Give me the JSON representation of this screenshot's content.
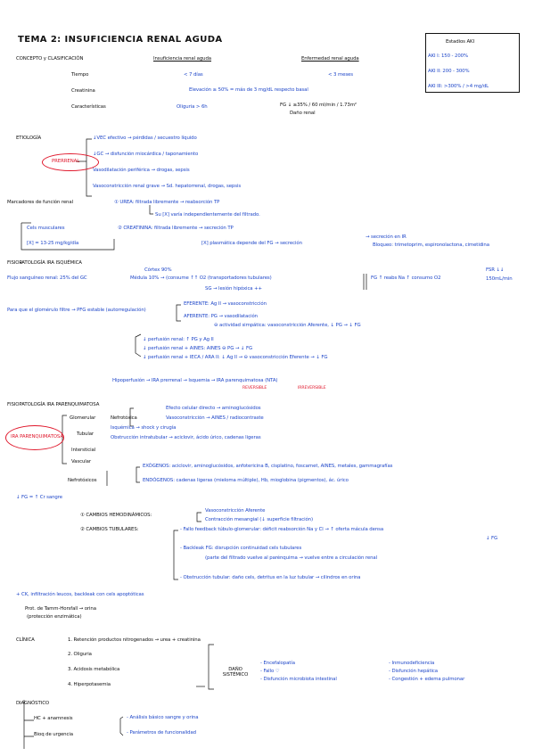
{
  "title": "TEMA 2: INSUFICIENCIA RENAL AGUDA",
  "concepto": {
    "label": "CONCEPTO y CLASIFICACIÓN",
    "col1": "Insuficiencia renal aguda",
    "col2": "Enfermedad renal aguda",
    "rows": [
      {
        "label": "Tiempo",
        "v1": "< 7 días",
        "v2": "< 3 meses"
      },
      {
        "label": "Creatinina",
        "v1": "Elevación ≥ 50% = más de 3 mg/dL respecto basal"
      },
      {
        "label": "Características",
        "v1": "Oliguria > 6h",
        "v2": "FG ↓ ≥35% / 60 ml/min / 1.73m²",
        "v3": "Daño renal"
      }
    ]
  },
  "aki": {
    "title": "Estadios AKI",
    "items": [
      "AKI I: 150 - 200%",
      "AKI II: 200 - 300%",
      "AKI III: >300% / >4 mg/dL"
    ]
  },
  "etiologia": {
    "label": "ETIOLOGÍA",
    "prerrenal": "PRERRENAL",
    "items": [
      "↓VEC efectivo → pérdidas / secuestro líquido",
      "↓GC → disfunción miocárdica / taponamiento",
      "Vasodilatación periférica → drogas, sepsis",
      "Vasoconstricción renal grave → Sd. hepatorrenal, drogas, sepsis"
    ]
  },
  "marcadores": {
    "label": "Marcadores de función renal",
    "urea": "① UREA: filtrada libremente → reabsorción TP",
    "urea2": "Su [X] varía independientemente del filtrado.",
    "boxlines": [
      "Cels musculares",
      "[X] = 13-25 mg/kg/día"
    ],
    "creat": "② CREATININA: filtrada libremente → secreción TP",
    "creat2": "[X] plasmática depende del FG → secreción",
    "creat3": "→ secreción en IR",
    "creat4": "Bloqueo: trimetoprim, espironolactona, cimetidina"
  },
  "fisio": {
    "label": "FISIOPATOLOGÍA IRA ISQUÉMICA",
    "flujo": "Flujo sanguíneo renal: 25% del GC",
    "cortex": "Córtex 90%",
    "medula": "Médula 10% → (consume ↑↑ O2 (transportadores tubulares)",
    "sg": "SG → lesión hipóxica ++",
    "right": "FG ↑ reabs Na ↑ consumo O2",
    "fsr": "FSR ↓↓",
    "ml": "150mL/min",
    "glom": "Para que el glomérulo filtre → PFG estable (autorregulación)",
    "eferente": "EFERENTE: Ag II → vasoconstricción",
    "aferente": "AFERENTE: PG → vasodilatación",
    "simpatica": "⊖ actividad simpática: vasoconstricción Aferente, ↓ PG → ↓ FG",
    "perf1": "↓ perfusión renal: ↑ PG y Ag II",
    "perf2": "↓ perfusión renal + AINES: AINES ⊖ PG → ↓ FG",
    "perf3": "↓ perfusión renal + IECA / ARA II: ↓ Ag II → ⊖ vasoconstricción Eferente → ↓ FG",
    "hipo": "Hipoperfusión → IRA prerrenal → Isquemia → IRA parenquimatosa (NTA)",
    "rev": "REVERSIBLE",
    "irrev": "IRREVERSIBLE"
  },
  "parenq": {
    "label": "FISIOPATOLOGÍA IRA PARENQUIMATOSA",
    "oval": "IRA PARENQUIMATOSA",
    "items": [
      "Glomerular",
      "Tubular",
      "Intersticial",
      "Vascular"
    ],
    "nefro": "Nefrotóxica",
    "nt1": "Efecto celular directo → aminoglucósidos",
    "nt2": "Vasoconstricción → AINES / radiocontraste",
    "isq": "Isquémica → shock y cirugía",
    "obs": "Obstrucción intratubular → aciclovir, ácido úrico, cadenas ligeras",
    "nefrotox": "Nefrotóxicos",
    "exo": "EXÓGENOS: aciclovir, aminoglucósidos, anfotericina B, cisplatino, foscarnet, AINES, metales, gammagrafías",
    "endo": "ENDÓGENOS: cadenas ligeras (mieloma múltiple), Hb, mioglobina (pigmentos), ác. úrico",
    "fg": "↓ FG = ↑ Cr sangre",
    "hemo": "① CAMBIOS HEMODINÁMICOS:",
    "hemo1": "Vasoconstricción Aferente",
    "hemo2": "Contracción mesangial (↓ superficie filtración)",
    "tub": "② CAMBIOS TUBULARES:",
    "tub1": "- Fallo feedback túbulo-glomerular: déficit reabsorción Na y Cl → ↑ oferta mácula densa",
    "tub1b": "↓ FG",
    "tub2": "- Backleak FG: disrupción continuidad cels tubulares",
    "tub2b": "(parte del filtrado vuelve al parénquima → vuelve entre a circulación renal",
    "tub3": "- Obstrucción tubular: daño cels, detritus en la luz tubular → cilindros en orina",
    "ck": "+ CK, infiltración leucos, backleak con cels apoptóticas",
    "prot": "Prot. de Tamm-Horsfall → orina",
    "prot2": "(protección enzimática)"
  },
  "clinica": {
    "label": "CLÍNICA",
    "items": [
      "1. Retención productos nitrogenados → urea + creatinina",
      "2. Oliguria",
      "3. Acidosis metabólica",
      "4. Hiperpotasemia"
    ],
    "dano": "DAÑO SISTÉMICO",
    "c1": [
      "- Encefalopatía",
      "- Fallo ♡",
      "- Disfunción microbiota intestinal"
    ],
    "c2": [
      "- Inmunodeficiencia",
      "- Disfunción hepática",
      "- Congestión + edema pulmonar"
    ]
  },
  "diagnostico": {
    "label": "DIAGNÓSTICO",
    "hc": "HC + anamnesis",
    "bioq": "Bioq de urgencia",
    "d1": "- Análisis básico sangre y orina",
    "d2": "- Parámetros de funcionalidad"
  }
}
